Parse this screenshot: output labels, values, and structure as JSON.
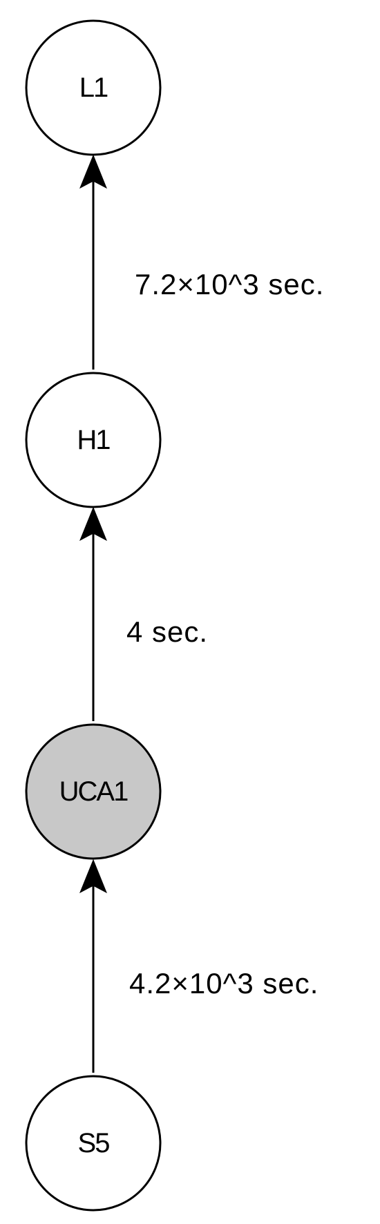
{
  "nodes": [
    {
      "id": "L1",
      "label": "L1",
      "fill": "#ffffff"
    },
    {
      "id": "H1",
      "label": "H1",
      "fill": "#ffffff"
    },
    {
      "id": "UCA1",
      "label": "UCA1",
      "fill": "#c8c8c8"
    },
    {
      "id": "S5",
      "label": "S5",
      "fill": "#ffffff"
    }
  ],
  "edges": [
    {
      "from": "H1",
      "to": "L1",
      "label": "7.2×10^3 sec."
    },
    {
      "from": "UCA1",
      "to": "H1",
      "label": "4 sec."
    },
    {
      "from": "S5",
      "to": "UCA1",
      "label": "4.2×10^3 sec."
    }
  ],
  "colors": {
    "stroke": "#000000",
    "highlight_fill": "#c8c8c8",
    "background": "#ffffff"
  }
}
